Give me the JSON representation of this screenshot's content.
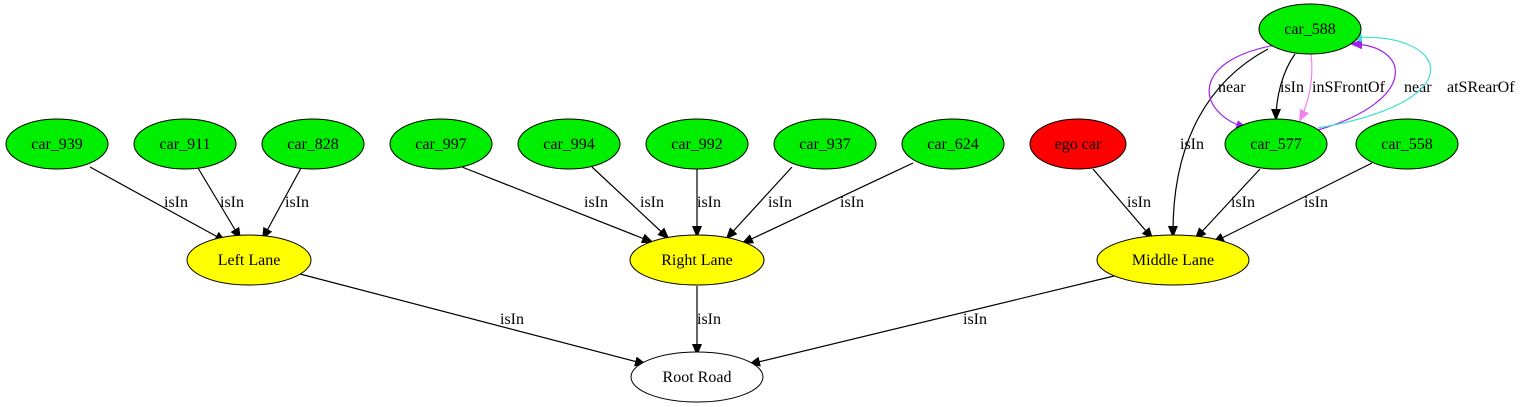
{
  "colors": {
    "car": "#00ee00",
    "ego": "#ff0000",
    "lane": "#ffff00",
    "road": "#ffffff",
    "outline": "#000000",
    "edge_default": "#000000",
    "edge_near": "#a020f0",
    "edge_front": "#ee82ee",
    "edge_rear": "#40e0d0"
  },
  "nodes": [
    {
      "id": "car_939",
      "label": "car_939",
      "kind": "car"
    },
    {
      "id": "car_911",
      "label": "car_911",
      "kind": "car"
    },
    {
      "id": "car_828",
      "label": "car_828",
      "kind": "car"
    },
    {
      "id": "car_997",
      "label": "car_997",
      "kind": "car"
    },
    {
      "id": "car_994",
      "label": "car_994",
      "kind": "car"
    },
    {
      "id": "car_992",
      "label": "car_992",
      "kind": "car"
    },
    {
      "id": "car_937",
      "label": "car_937",
      "kind": "car"
    },
    {
      "id": "car_624",
      "label": "car_624",
      "kind": "car"
    },
    {
      "id": "ego_car",
      "label": "ego car",
      "kind": "ego"
    },
    {
      "id": "car_588",
      "label": "car_588",
      "kind": "car"
    },
    {
      "id": "car_577",
      "label": "car_577",
      "kind": "car"
    },
    {
      "id": "car_558",
      "label": "car_558",
      "kind": "car"
    },
    {
      "id": "left_lane",
      "label": "Left Lane",
      "kind": "lane"
    },
    {
      "id": "right_lane",
      "label": "Right Lane",
      "kind": "lane"
    },
    {
      "id": "middle_lane",
      "label": "Middle Lane",
      "kind": "lane"
    },
    {
      "id": "root_road",
      "label": "Root Road",
      "kind": "road"
    }
  ],
  "edges": [
    {
      "id": "e1",
      "from": "car_939",
      "to": "left_lane",
      "label": "isIn",
      "kind": "default"
    },
    {
      "id": "e2",
      "from": "car_911",
      "to": "left_lane",
      "label": "isIn",
      "kind": "default"
    },
    {
      "id": "e3",
      "from": "car_828",
      "to": "left_lane",
      "label": "isIn",
      "kind": "default"
    },
    {
      "id": "e4",
      "from": "car_997",
      "to": "right_lane",
      "label": "isIn",
      "kind": "default"
    },
    {
      "id": "e5",
      "from": "car_994",
      "to": "right_lane",
      "label": "isIn",
      "kind": "default"
    },
    {
      "id": "e6",
      "from": "car_992",
      "to": "right_lane",
      "label": "isIn",
      "kind": "default"
    },
    {
      "id": "e7",
      "from": "car_937",
      "to": "right_lane",
      "label": "isIn",
      "kind": "default"
    },
    {
      "id": "e8",
      "from": "car_624",
      "to": "right_lane",
      "label": "isIn",
      "kind": "default"
    },
    {
      "id": "e9",
      "from": "ego_car",
      "to": "middle_lane",
      "label": "isIn",
      "kind": "default"
    },
    {
      "id": "e10",
      "from": "car_577",
      "to": "middle_lane",
      "label": "isIn",
      "kind": "default"
    },
    {
      "id": "e11",
      "from": "car_558",
      "to": "middle_lane",
      "label": "isIn",
      "kind": "default"
    },
    {
      "id": "e12",
      "from": "car_588",
      "to": "middle_lane",
      "label": "isIn",
      "kind": "default"
    },
    {
      "id": "e13",
      "from": "car_588",
      "to": "car_577",
      "label": "near",
      "kind": "near"
    },
    {
      "id": "e14",
      "from": "car_588",
      "to": "car_577",
      "label": "isIn",
      "kind": "default"
    },
    {
      "id": "e15",
      "from": "car_588",
      "to": "car_577",
      "label": "inSFrontOf",
      "kind": "front"
    },
    {
      "id": "e16",
      "from": "car_577",
      "to": "car_588",
      "label": "near",
      "kind": "near"
    },
    {
      "id": "e17",
      "from": "car_577",
      "to": "car_588",
      "label": "atSRearOf",
      "kind": "rear"
    },
    {
      "id": "e18",
      "from": "left_lane",
      "to": "root_road",
      "label": "isIn",
      "kind": "default"
    },
    {
      "id": "e19",
      "from": "right_lane",
      "to": "root_road",
      "label": "isIn",
      "kind": "default"
    },
    {
      "id": "e20",
      "from": "middle_lane",
      "to": "root_road",
      "label": "isIn",
      "kind": "default"
    }
  ]
}
